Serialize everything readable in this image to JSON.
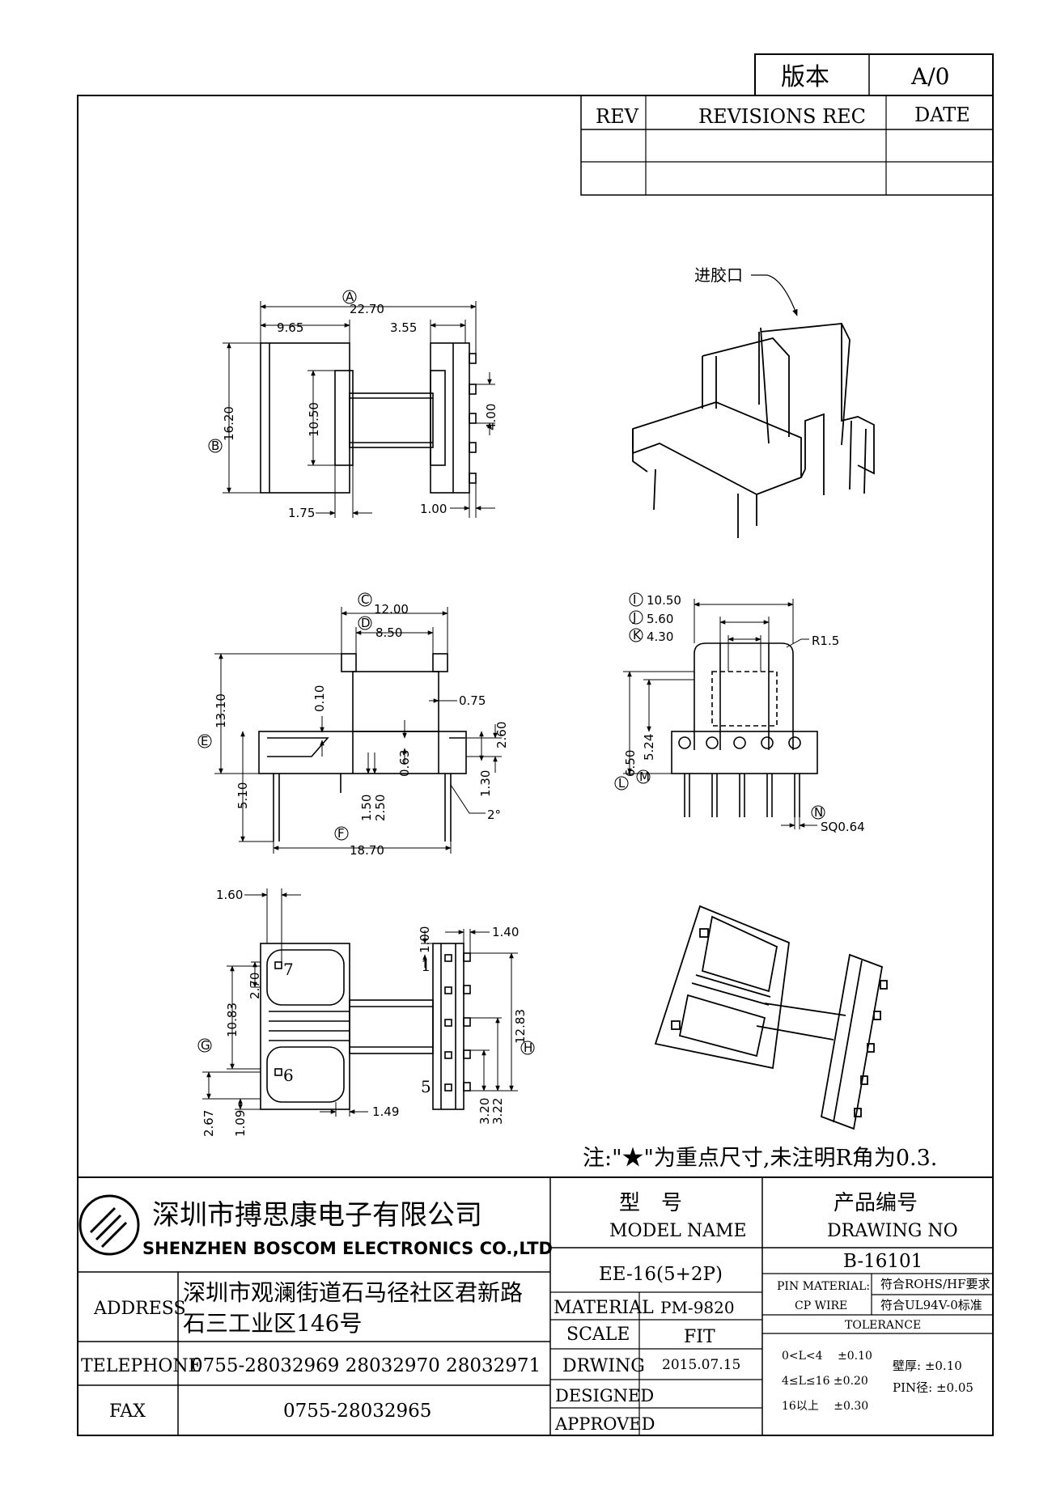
{
  "version_box": {
    "label": "版本",
    "value": "A/0"
  },
  "revision_table": {
    "headers": [
      "REV",
      "REVISIONS REC",
      "DATE"
    ]
  },
  "note": "注:\"★\"为重点尺寸,未注明R角为0.3.",
  "views": {
    "top": {
      "dims": [
        "22.70",
        "9.65",
        "3.55",
        "16.20",
        "10.50",
        "4.00",
        "1.75",
        "1.00"
      ],
      "circles": [
        "A",
        "B"
      ]
    },
    "side": {
      "dims": [
        "12.00",
        "8.50",
        "13.10",
        "0.10",
        "0.75",
        "0.63",
        "1.30",
        "2.60",
        "5.10",
        "1.50",
        "2.50",
        "2°",
        "18.70"
      ],
      "circles": [
        "C",
        "D",
        "E",
        "F"
      ]
    },
    "front": {
      "dims": [
        "10.50",
        "5.60",
        "4.30",
        "R1.5",
        "6.50",
        "5.24",
        "SQ0.64"
      ],
      "circles": [
        "I",
        "J",
        "K",
        "L",
        "M",
        "N"
      ]
    },
    "bottom": {
      "dims": [
        "1.60",
        "1.00",
        "1.40",
        "2.70",
        "10.83",
        "12.83",
        "2.67",
        "1.09",
        "1.49",
        "3.20",
        "3.22"
      ],
      "pins": [
        "7",
        "1",
        "6",
        "5"
      ],
      "circles": [
        "G",
        "H"
      ]
    },
    "iso_top": {
      "label": "进胶口"
    }
  },
  "title_block": {
    "company_cn": "深圳市搏思康电子有限公司",
    "company_en": "SHENZHEN BOSCOM ELECTRONICS CO.,LTD",
    "address_label": "ADDRESS",
    "address_line1": "深圳市观澜街道石马径社区君新路",
    "address_line2": "石三工业区146号",
    "telephone_label": "TELEPHONE",
    "telephone": "0755-28032969 28032970 28032971",
    "fax_label": "FAX",
    "fax": "0755-28032965",
    "model_label_cn": "型　号",
    "model_label_en": "MODEL NAME",
    "model_value": "EE-16(5+2P)",
    "drawing_label_cn": "产品编号",
    "drawing_label_en": "DRAWING NO",
    "drawing_value": "B-16101",
    "material_label": "MATERIAL",
    "material_value": "PM-9820",
    "scale_label": "SCALE",
    "scale_value": "FIT",
    "drwing_label": "DRWING",
    "drwing_value": "2015.07.15",
    "designed_label": "DESIGNED",
    "approved_label": "APPROVED",
    "pin_material_label": "PIN MATERIAL:",
    "pin_material_value": "符合ROHS/HF要求",
    "cp_wire_label": "CP WIRE",
    "cp_wire_value": "符合UL94V-0标准",
    "tolerance_label": "TOLERANCE",
    "tol1": "0<L<4　 ±0.10",
    "tol2": "4≤L≤16 ±0.20",
    "tol3": "16以上　 ±0.30",
    "tol4": "壁厚: ±0.10",
    "tol5": "PIN径: ±0.05"
  }
}
